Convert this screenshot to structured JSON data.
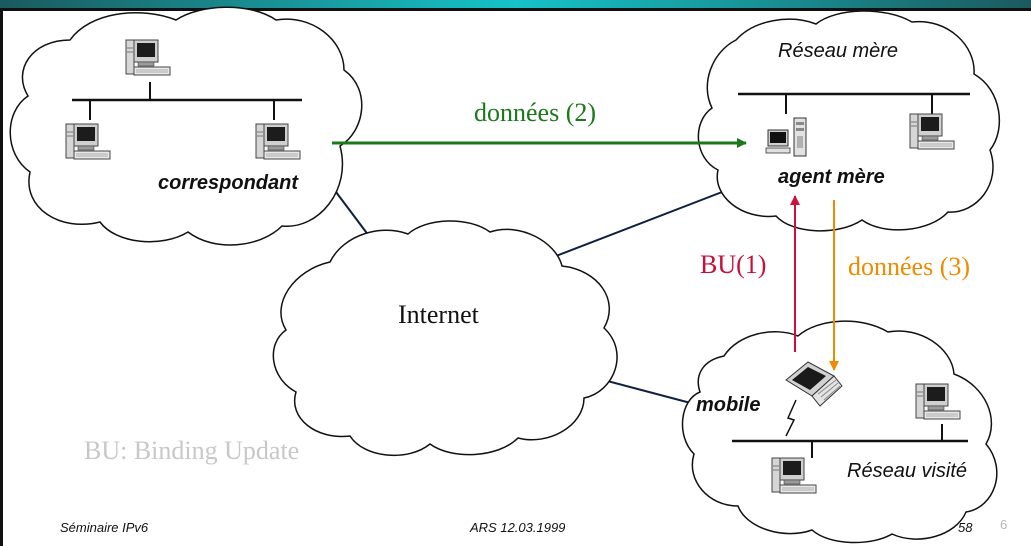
{
  "nodes": {
    "correspondent": "correspondant",
    "home_network": "Réseau mère",
    "home_agent": "agent mère",
    "internet": "Internet",
    "mobile": "mobile",
    "visited_network": "Réseau visité"
  },
  "messages": {
    "data_2": "données (2)",
    "bu_1": "BU(1)",
    "data_3": "données (3)"
  },
  "legend": "BU: Binding Update",
  "footer": {
    "left": "Séminaire IPv6",
    "center": "ARS 12.03.1999",
    "page": "58",
    "slide_number": "6"
  },
  "colors": {
    "green_arrow": "#1a7a1a",
    "red_arrow": "#d0103a",
    "orange_arrow": "#f28a00",
    "bu_text": "#c4103a",
    "data3_text": "#f08a00",
    "legend_text": "#c8c8c8",
    "topbar_left": "#1b5a5e",
    "topbar_right": "#16c3c8"
  }
}
